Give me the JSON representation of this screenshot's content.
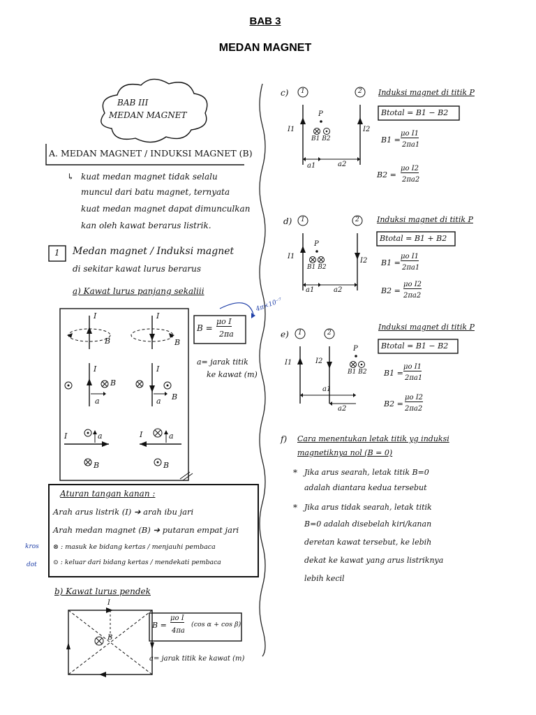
{
  "header": {
    "chapter": "BAB 3",
    "title": "MEDAN MAGNET"
  },
  "left": {
    "cloud_line1": "BAB III",
    "cloud_line2": "MEDAN MAGNET",
    "section_a": "A.  MEDAN MAGNET / INDUKSI MAGNET (B)",
    "para": [
      "kuat medan magnet tidak selalu",
      "muncul dari batu magnet, ternyata",
      "kuat medan magnet dapat dimunculkan",
      "kan oleh kawat berarus listrik."
    ],
    "sub1_num": "1",
    "sub1_line1": "Medan magnet / Induksi magnet",
    "sub1_line2": "di sekitar kawat lurus berarus",
    "item_a": "a) Kawat lurus panjang sekaliii",
    "formula_long": "B = μo I / 2πa",
    "formula_long_num": "μo I",
    "formula_long_den": "2πa",
    "note_mu": "4π×10⁻⁷",
    "note_a": [
      "a= jarak titik",
      "ke kawat (m)"
    ],
    "diagram_labels": {
      "I": "I",
      "B": "B",
      "a": "a"
    },
    "rule_title": "Aturan tangan kanan :",
    "rules": [
      "Arah arus listrik (I) ➔ arah ibu jari",
      "Arah medan magnet (B) ➔ putaran empat jari",
      "⊗ : masuk ke bidang kertas / menjauhi pembaca",
      "⊙ : keluar dari bidang kertas / mendekati pembaca"
    ],
    "margin_cross": "kros",
    "margin_dot": "dot",
    "item_b": "b) Kawat lurus pendek",
    "formula_short_num": "μo I",
    "formula_short_den": "4πa",
    "formula_short_tail": "(cos α + cos β)",
    "note_short": "a= jarak titik ke kawat (m)"
  },
  "right": {
    "c_label": "c)",
    "c_title": "Induksi magnet di titik P",
    "c_total": "Btotal = B1 − B2",
    "c_b1": "B1 =",
    "c_b1_num": "μo I1",
    "c_b1_den": "2πa1",
    "c_b2": "B2 =",
    "c_b2_num": "μo I2",
    "c_b2_den": "2πa2",
    "d_label": "d)",
    "d_title": "Induksi magnet di titik P",
    "d_total": "Btotal = B1 + B2",
    "d_b1": "B1 =",
    "d_b1_num": "μo I1",
    "d_b1_den": "2πa1",
    "d_b2": "B2 =",
    "d_b2_num": "μo I2",
    "d_b2_den": "2πa2",
    "e_label": "e)",
    "e_title": "Induksi magnet di titik P",
    "e_total": "Btotal = B1 − B2",
    "e_b1": "B1 =",
    "e_b1_num": "μo I1",
    "e_b1_den": "2πa1",
    "e_b2": "B2 =",
    "e_b2_num": "μo I2",
    "e_b2_den": "2πa2",
    "wire_labels": {
      "one": "1",
      "two": "2",
      "P": "P",
      "I1": "I1",
      "I2": "I2",
      "a1": "a1",
      "a2": "a2",
      "B1B2": "B1 B2"
    },
    "f_label": "f)",
    "f_title": [
      "Cara menentukan letak titik yg induksi",
      "magnetiknya nol (B = 0)"
    ],
    "f_rule1": [
      "Jika arus searah, letak titik B=0",
      "adalah diantara kedua tersebut"
    ],
    "f_rule2": [
      "Jika arus tidak searah, letak titik",
      "B=0 adalah disebelah kiri/kanan",
      "deretan kawat tersebut, ke lebih",
      "dekat ke kawat yang arus listriknya",
      "lebih kecil"
    ]
  }
}
